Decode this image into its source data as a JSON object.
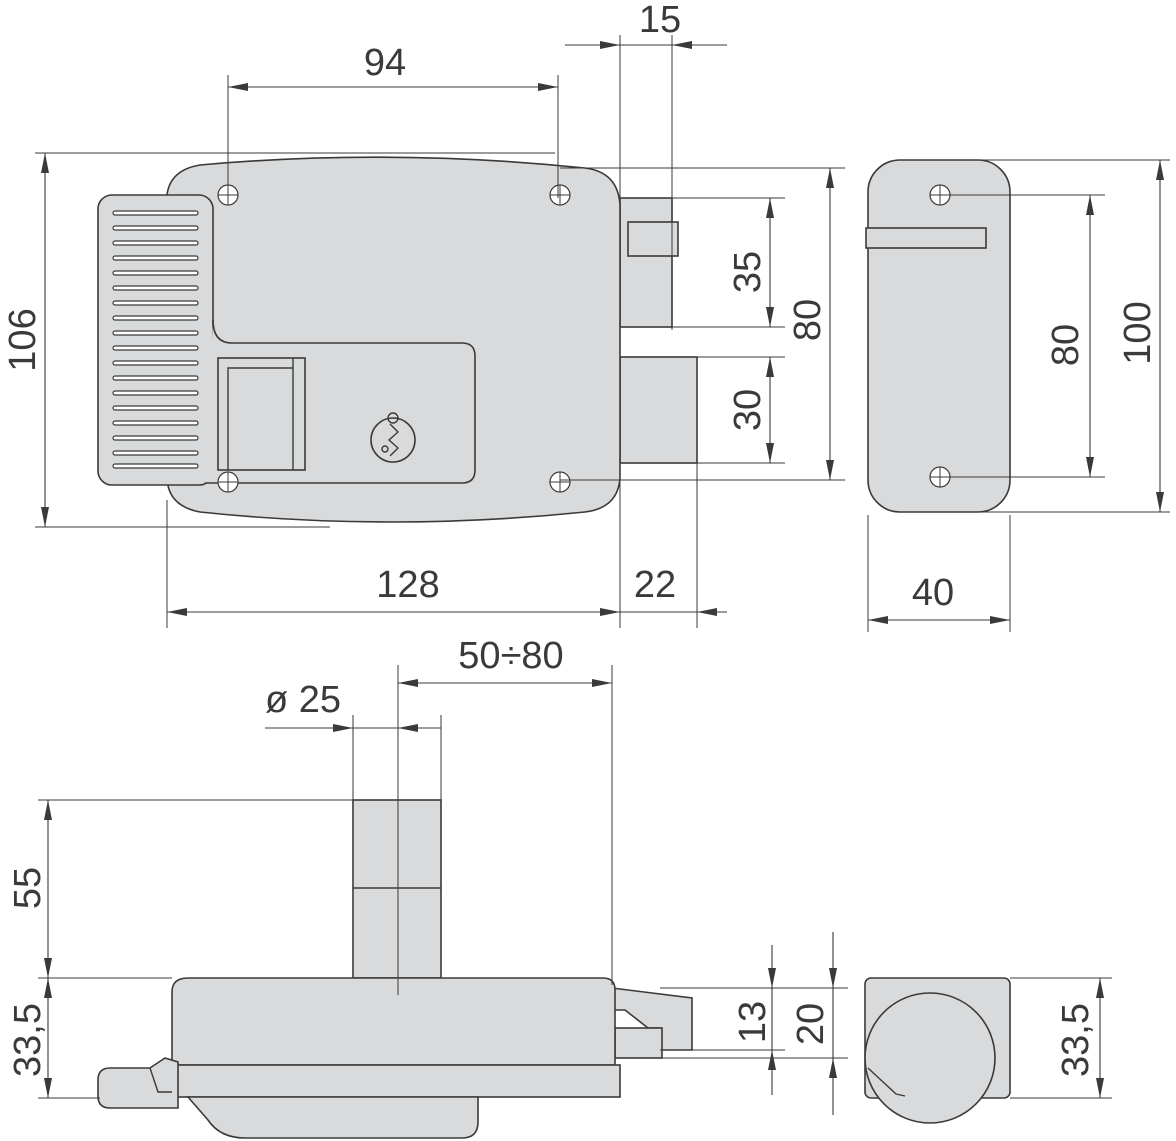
{
  "front_view": {
    "dim_bolt_offset": "15",
    "dim_hole_spacing": "94",
    "dim_height": "106",
    "dim_upper_bolt": "35",
    "dim_bolt_span": "80",
    "dim_lower_bolt": "30",
    "dim_width": "128",
    "dim_bolt_projection": "22"
  },
  "side_view": {
    "dim_hole_spacing": "80",
    "dim_height": "100",
    "dim_width": "40"
  },
  "bottom_view": {
    "dim_cylinder_position": "50÷80",
    "dim_cylinder_diameter": "ø 25",
    "dim_cylinder_length": "55",
    "dim_body_depth": "33,5",
    "dim_bolt_small": "13",
    "dim_bolt_large": "20",
    "dim_side_depth": "33,5"
  },
  "colors": {
    "part_fill": "#d9dadb",
    "line": "#3a3a3a",
    "background": "#ffffff"
  }
}
